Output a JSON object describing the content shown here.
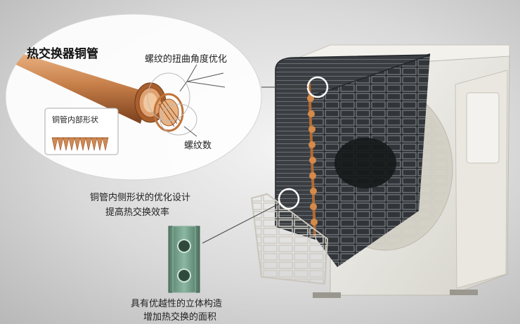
{
  "labels": {
    "title": "热交换器铜管",
    "twist_angle": "螺纹的扭曲角度优化",
    "thread_count": "螺纹数",
    "inner_shape": "铜管内部形状",
    "caption_1_line1": "铜管内侧形状的优化设计",
    "caption_1_line2": "提高热交换效率",
    "caption_2_line1": "具有优越性的立体构造",
    "caption_2_line2": "增加热交换的面积"
  },
  "colors": {
    "copper": "#c8804a",
    "copper_dark": "#8a4a22",
    "coil": "#2e3236",
    "unit_body": "#e8e6df",
    "tube_green": "#6e9c86"
  }
}
